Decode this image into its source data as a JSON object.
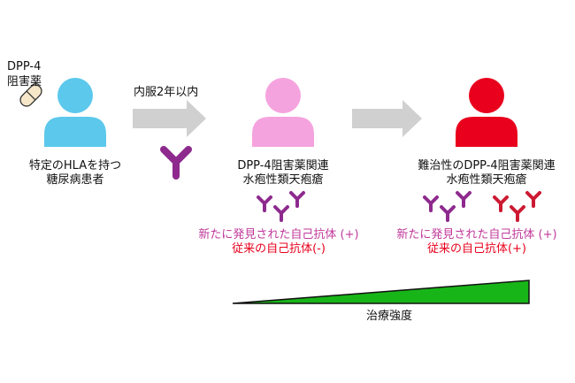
{
  "drug_label": [
    "DPP-4",
    "阻害薬"
  ],
  "arrow1_label": "内服2年以内",
  "patient_label": [
    "特定のHLAを持つ",
    "糖尿病患者"
  ],
  "pemphigoid_label": [
    "DPP-4阻害薬関連",
    "水疱性類天疱瘡"
  ],
  "refractory_label": [
    "難治性のDPP-4阻害薬関連",
    "水疱性類天疱瘡"
  ],
  "mid_antibody": [
    "新たに発見された自己抗体 (+)",
    "従来の自己抗体(-)"
  ],
  "right_antibody": [
    "新たに発見された自己抗体 (+)",
    "従来の自己抗体(+)"
  ],
  "severity_label": "治療強度",
  "colors": {
    "patient": "#5bc8ec",
    "pemphigoid": "#f5a3de",
    "refractory": "#e8001c",
    "arrow": "#d0d0d0",
    "new_antibody": "#8e2a8e",
    "classic_antibody": "#cc1a33",
    "new_text": "#c0399a",
    "classic_text": "#e8001c",
    "wedge": "#18b518"
  }
}
